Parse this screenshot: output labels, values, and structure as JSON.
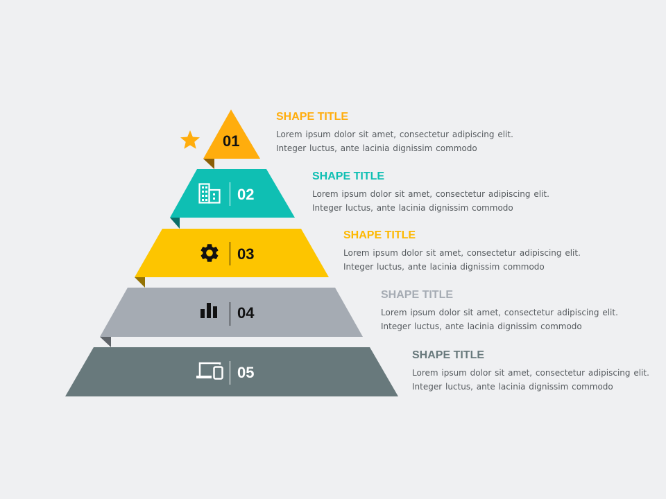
{
  "colors": {
    "background": "#eff0f2",
    "tier1": "#ffad0d",
    "tier2": "#0fbfb3",
    "tier3": "#fdc500",
    "tier4": "#a5abb3",
    "tier5": "#68797c",
    "body_text": "#555a5e"
  },
  "tiers": [
    {
      "number": "01",
      "icon": "star-icon",
      "title": "SHAPE TITLE",
      "line1": "Lorem ipsum dolor sit amet, consectetur adipiscing elit.",
      "line2": "Integer luctus, ante lacinia dignissim commodo"
    },
    {
      "number": "02",
      "icon": "building-icon",
      "title": "SHAPE TITLE",
      "line1": "Lorem ipsum dolor sit amet, consectetur adipiscing elit.",
      "line2": "Integer luctus, ante lacinia dignissim commodo"
    },
    {
      "number": "03",
      "icon": "gear-icon",
      "title": "SHAPE TITLE",
      "line1": "Lorem ipsum dolor sit amet, consectetur adipiscing elit.",
      "line2": "Integer luctus, ante lacinia dignissim commodo"
    },
    {
      "number": "04",
      "icon": "bar-chart-icon",
      "title": "SHAPE TITLE",
      "line1": "Lorem ipsum dolor sit amet, consectetur adipiscing elit.",
      "line2": "Integer luctus, ante lacinia dignissim commodo"
    },
    {
      "number": "05",
      "icon": "devices-icon",
      "title": "SHAPE TITLE",
      "line1": "Lorem ipsum dolor sit amet, consectetur adipiscing elit.",
      "line2": "Integer luctus, ante lacinia dignissim commodo"
    }
  ]
}
